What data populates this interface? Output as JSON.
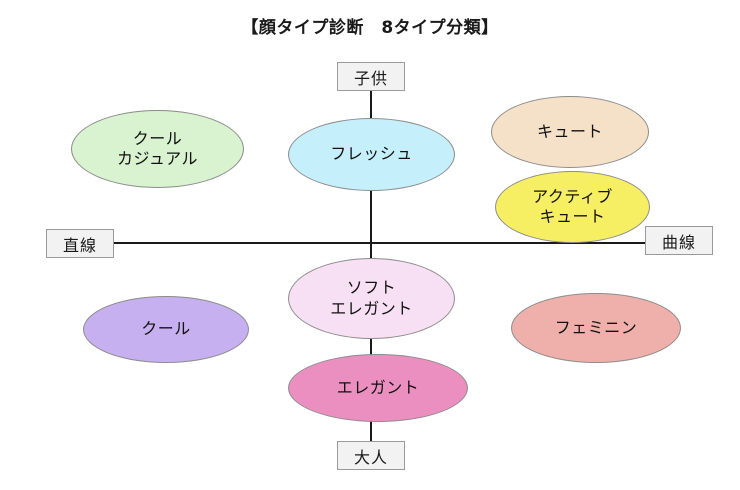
{
  "title": "【顔タイプ診断　8タイプ分類】",
  "axes": {
    "vertical": {
      "top_label": "子供",
      "bottom_label": "大人"
    },
    "horizontal": {
      "left_label": "直線",
      "right_label": "曲線"
    }
  },
  "types": [
    {
      "id": "cool-casual",
      "label": "クール\nカジュアル",
      "color": "#d9f2d0",
      "quadrant": "child-straight"
    },
    {
      "id": "fresh",
      "label": "フレッシュ",
      "color": "#c5effa",
      "quadrant": "child-center"
    },
    {
      "id": "cute",
      "label": "キュート",
      "color": "#f5e0c8",
      "quadrant": "child-curve"
    },
    {
      "id": "active-cute",
      "label": "アクティブ\nキュート",
      "color": "#f6ee63",
      "quadrant": "child-curve"
    },
    {
      "id": "cool",
      "label": "クール",
      "color": "#c6b0ef",
      "quadrant": "adult-straight"
    },
    {
      "id": "soft-elegant",
      "label": "ソフト\nエレガント",
      "color": "#f8e0f4",
      "quadrant": "adult-center"
    },
    {
      "id": "elegant",
      "label": "エレガント",
      "color": "#eb8fc0",
      "quadrant": "adult-center"
    },
    {
      "id": "feminine",
      "label": "フェミニン",
      "color": "#efb0ac",
      "quadrant": "adult-curve"
    }
  ]
}
